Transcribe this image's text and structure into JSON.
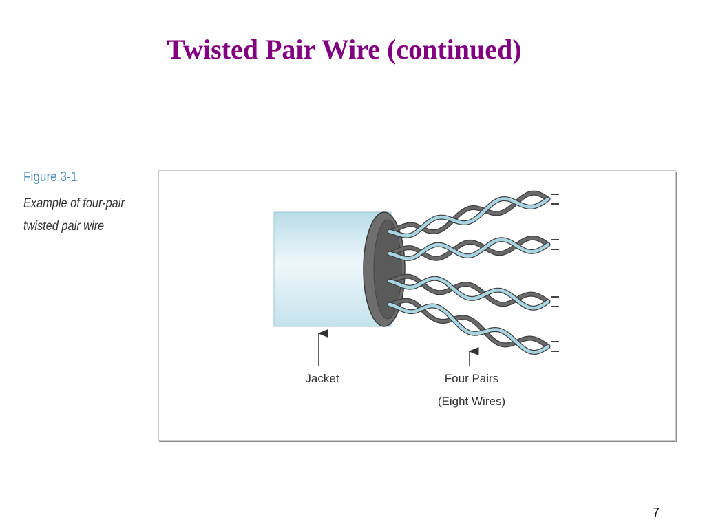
{
  "slide": {
    "title": "Twisted Pair Wire (continued)",
    "page_number": "7"
  },
  "caption": {
    "figure_label": "Figure 3-1",
    "description_line1": "Example of four-pair",
    "description_line2": "twisted pair wire"
  },
  "diagram": {
    "labels": {
      "jacket": "Jacket",
      "pairs_line1": "Four Pairs",
      "pairs_line2": "(Eight Wires)"
    },
    "pair_count": 4,
    "wires_per_pair": 2,
    "colors": {
      "title": "#800080",
      "figure_label": "#4a8fb6",
      "jacket_fill": "#cde6ee",
      "jacket_ring": "#6e6e6e",
      "wire_light": "#a9d4e2",
      "wire_dark": "#6a6a6a"
    }
  }
}
